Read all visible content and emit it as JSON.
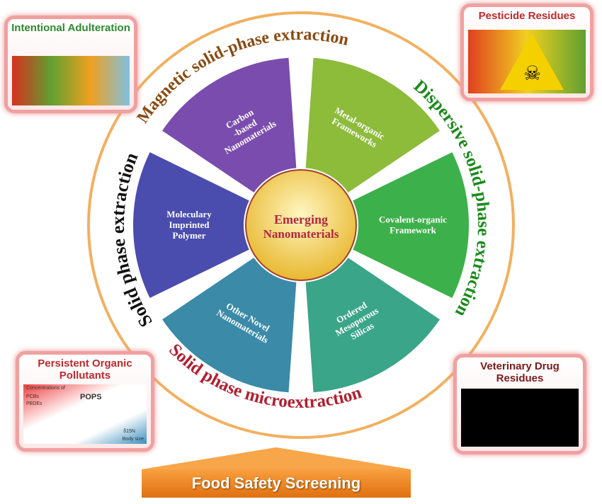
{
  "center": {
    "line1": "Emerging",
    "line2": "Nanomaterials"
  },
  "sectors": [
    {
      "label": [
        "Metal-organic",
        "Frameworks"
      ],
      "color": "#8dbb3a"
    },
    {
      "label": [
        "Covalent-organic",
        "Framework"
      ],
      "color": "#3cb04a"
    },
    {
      "label": [
        "Ordered",
        "Mesoporous",
        "Silicas"
      ],
      "color": "#3aa588"
    },
    {
      "label": [
        "Other Novel",
        "Nanomaterials"
      ],
      "color": "#3a8aa8"
    },
    {
      "label": [
        "Moleculary",
        "Imprinted",
        "Polymer"
      ],
      "color": "#4a4cae"
    },
    {
      "label": [
        "Carbon",
        "-based",
        "Nanomaterials"
      ],
      "color": "#7a4cae"
    }
  ],
  "ring": {
    "magnetic": "Magnetic solid-phase extraction",
    "dispersive": "Dispersive solid-phase extraction",
    "spme": "Solid phase microextraction",
    "spe": "Solid phase extraction"
  },
  "cards": {
    "adulteration": "Intentional Adulteration",
    "pesticide": "Pesticide Residues",
    "pops": "Persistent Organic Pollutants",
    "pops_fig": [
      "Concentrations of",
      "PCBs",
      "PBDEs",
      "POPS",
      "δ15N",
      "Body size"
    ],
    "veterinary": "Veterinary Drug Residues"
  },
  "banner": "Food Safety Screening"
}
